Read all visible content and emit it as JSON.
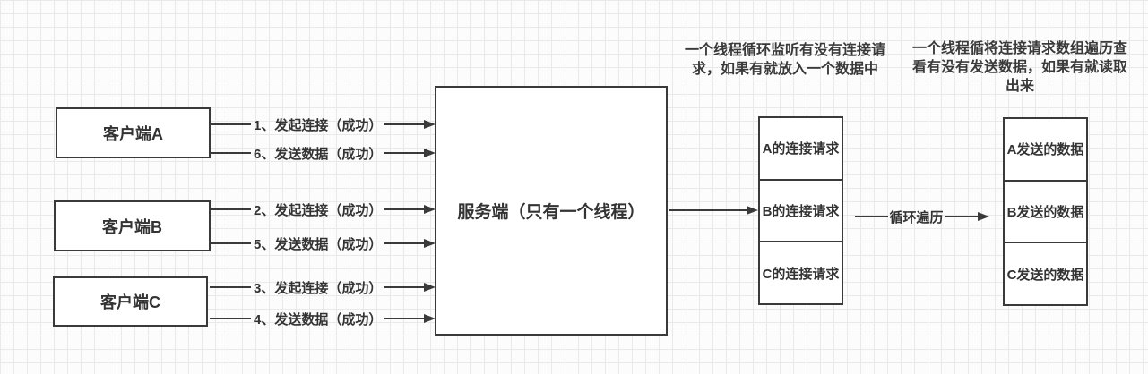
{
  "clients": [
    {
      "label": "客户端A"
    },
    {
      "label": "客户端B"
    },
    {
      "label": "客户端C"
    }
  ],
  "connections": [
    {
      "label": "1、发起连接（成功）"
    },
    {
      "label": "6、发送数据（成功）"
    },
    {
      "label": "2、发起连接（成功）"
    },
    {
      "label": "5、发送数据（成功）"
    },
    {
      "label": "3、发起连接（成功）"
    },
    {
      "label": "4、发送数据（成功）"
    }
  ],
  "server": {
    "label": "服务端（只有一个线程）"
  },
  "connection_queue": {
    "cells": [
      "A的连接请求",
      "B的连接请求",
      "C的连接请求"
    ]
  },
  "data_queue": {
    "cells": [
      "A发送的数据",
      "B发送的数据",
      "C发送的数据"
    ]
  },
  "loop_arrow": {
    "label": "循环遍历"
  },
  "annotations": {
    "listener_note": "一个线程循环监听有没有连接请求，如果有就放入一个数据中",
    "reader_note": "一个线程循将连接请求数组遍历查看有没有发送数据，如果有就读取出来"
  },
  "colors": {
    "stroke": "#3a3a3a",
    "text": "#333333",
    "grid_line": "#e9e9e9",
    "canvas_bg": "#fcfcfc",
    "shape_fill": "#ffffff"
  }
}
